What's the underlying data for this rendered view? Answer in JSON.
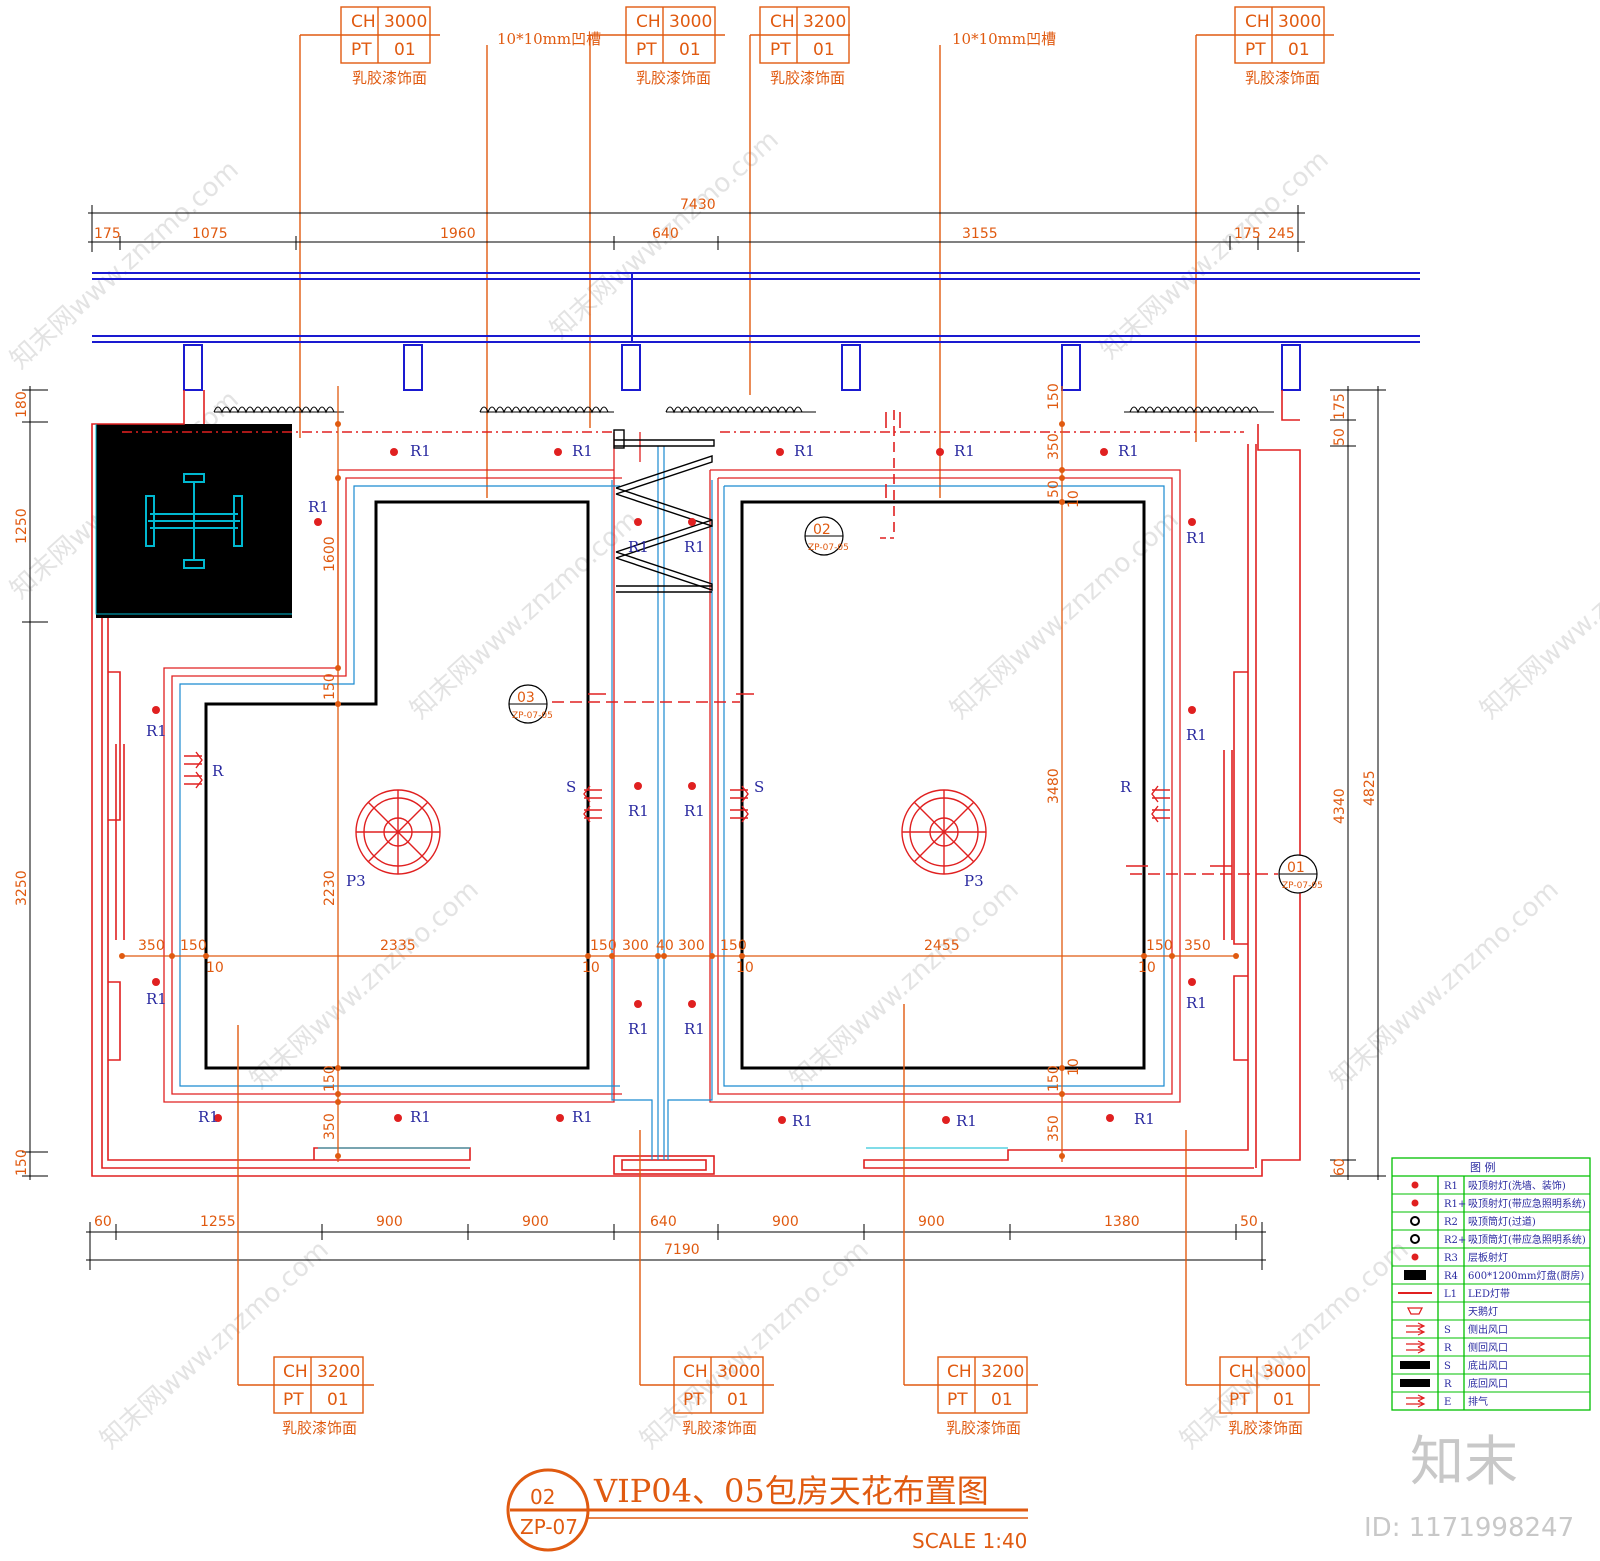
{
  "drawing": {
    "title": "VIP04、05包房天花布置图",
    "scale": "SCALE 1:40",
    "section_no": "02",
    "section_ref": "ZP-07"
  },
  "tags": {
    "ch": "CH",
    "pt": "PT",
    "t1": {
      "ch": "3000",
      "pt": "01",
      "label": "乳胶漆饰面"
    },
    "t2": {
      "ch": "3000",
      "pt": "01",
      "label": "乳胶漆饰面"
    },
    "t3": {
      "ch": "3200",
      "pt": "01",
      "label": "乳胶漆饰面"
    },
    "t4": {
      "ch": "3000",
      "pt": "01",
      "label": "乳胶漆饰面"
    },
    "b1": {
      "ch": "3200",
      "pt": "01",
      "label": "乳胶漆饰面"
    },
    "b2": {
      "ch": "3000",
      "pt": "01",
      "label": "乳胶漆饰面"
    },
    "b3": {
      "ch": "3200",
      "pt": "01",
      "label": "乳胶漆饰面"
    },
    "b4": {
      "ch": "3000",
      "pt": "01",
      "label": "乳胶漆饰面"
    }
  },
  "notes": {
    "groove_left": "10*10mm凹槽",
    "groove_right": "10*10mm凹槽"
  },
  "dims": {
    "top_total": "7430",
    "top": [
      "175",
      "1075",
      "1960",
      "640",
      "3155",
      "175",
      "245"
    ],
    "bottom_total": "7190",
    "bottom": [
      "60",
      "1255",
      "900",
      "900",
      "640",
      "900",
      "900",
      "1380",
      "50"
    ],
    "left": [
      "180",
      "1250",
      "3250",
      "150"
    ],
    "right": [
      "175",
      "50",
      "4340",
      "4825",
      "60"
    ],
    "inner": {
      "d1600": "1600",
      "d2230": "2230",
      "d150a": "150",
      "d150b": "150",
      "d350a": "350",
      "d350b": "350",
      "d50a": "50",
      "d3480": "3480",
      "d150c": "150",
      "d350c": "350",
      "d150d": "150",
      "d10a": "10",
      "d10b": "10"
    },
    "horizontal": [
      "350",
      "150",
      "2335",
      "150",
      "300",
      "40",
      "300",
      "150",
      "2455",
      "150",
      "350"
    ],
    "h_small": [
      "10",
      "10",
      "10",
      "10"
    ]
  },
  "labels": {
    "r1": "R1",
    "r": "R",
    "s": "S",
    "p3": "P3"
  },
  "sections": [
    {
      "no": "02",
      "ref": "ZP-07-05"
    },
    {
      "no": "03",
      "ref": "ZP-07-05"
    },
    {
      "no": "01",
      "ref": "ZP-07-05"
    }
  ],
  "legend": {
    "title": "图      例",
    "rows": [
      {
        "code": "R1",
        "desc": "吸顶射灯(洗墙、装饰)"
      },
      {
        "code": "R1+",
        "desc": "吸顶射灯(带应急照明系统)"
      },
      {
        "code": "R2",
        "desc": "吸顶筒灯(过道)"
      },
      {
        "code": "R2+",
        "desc": "吸顶筒灯(带应急照明系统)"
      },
      {
        "code": "R3",
        "desc": "层板射灯"
      },
      {
        "code": "R4",
        "desc": "600*1200mm灯盘(厨房)"
      },
      {
        "code": "L1",
        "desc": "LED灯带"
      },
      {
        "code": "",
        "desc": "天鹅灯"
      },
      {
        "code": "S",
        "desc": "侧出风口"
      },
      {
        "code": "R",
        "desc": "侧回风口"
      },
      {
        "code": "S",
        "desc": "底出风口"
      },
      {
        "code": "R",
        "desc": "底回风口"
      },
      {
        "code": "E",
        "desc": "排气"
      }
    ]
  },
  "watermark": {
    "text": "知末网www.znzmo.com",
    "brand": "知末",
    "id": "ID: 1171998247"
  },
  "colors": {
    "orange": "#e05a10",
    "red": "#e02020",
    "blue": "#1a1ad0",
    "cyan": "#00b8d0",
    "black": "#000000",
    "green": "#00c000",
    "navy": "#2a2aa0"
  }
}
